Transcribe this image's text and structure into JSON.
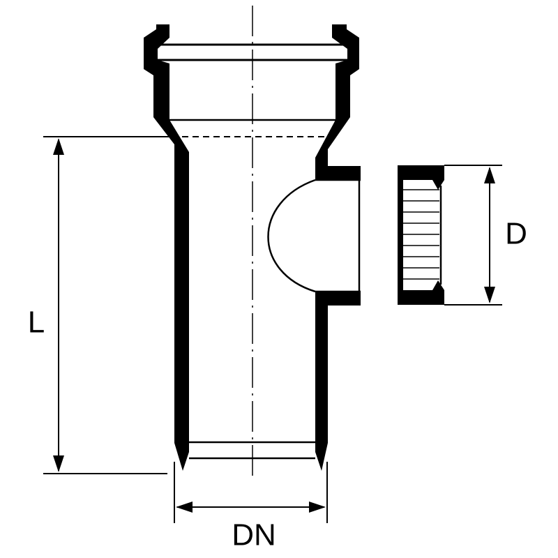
{
  "diagram": {
    "dimension_labels": {
      "length": "L",
      "nominal_diameter": "DN",
      "cap_diameter": "D"
    },
    "colors": {
      "line": "#000000",
      "background": "#ffffff"
    }
  }
}
